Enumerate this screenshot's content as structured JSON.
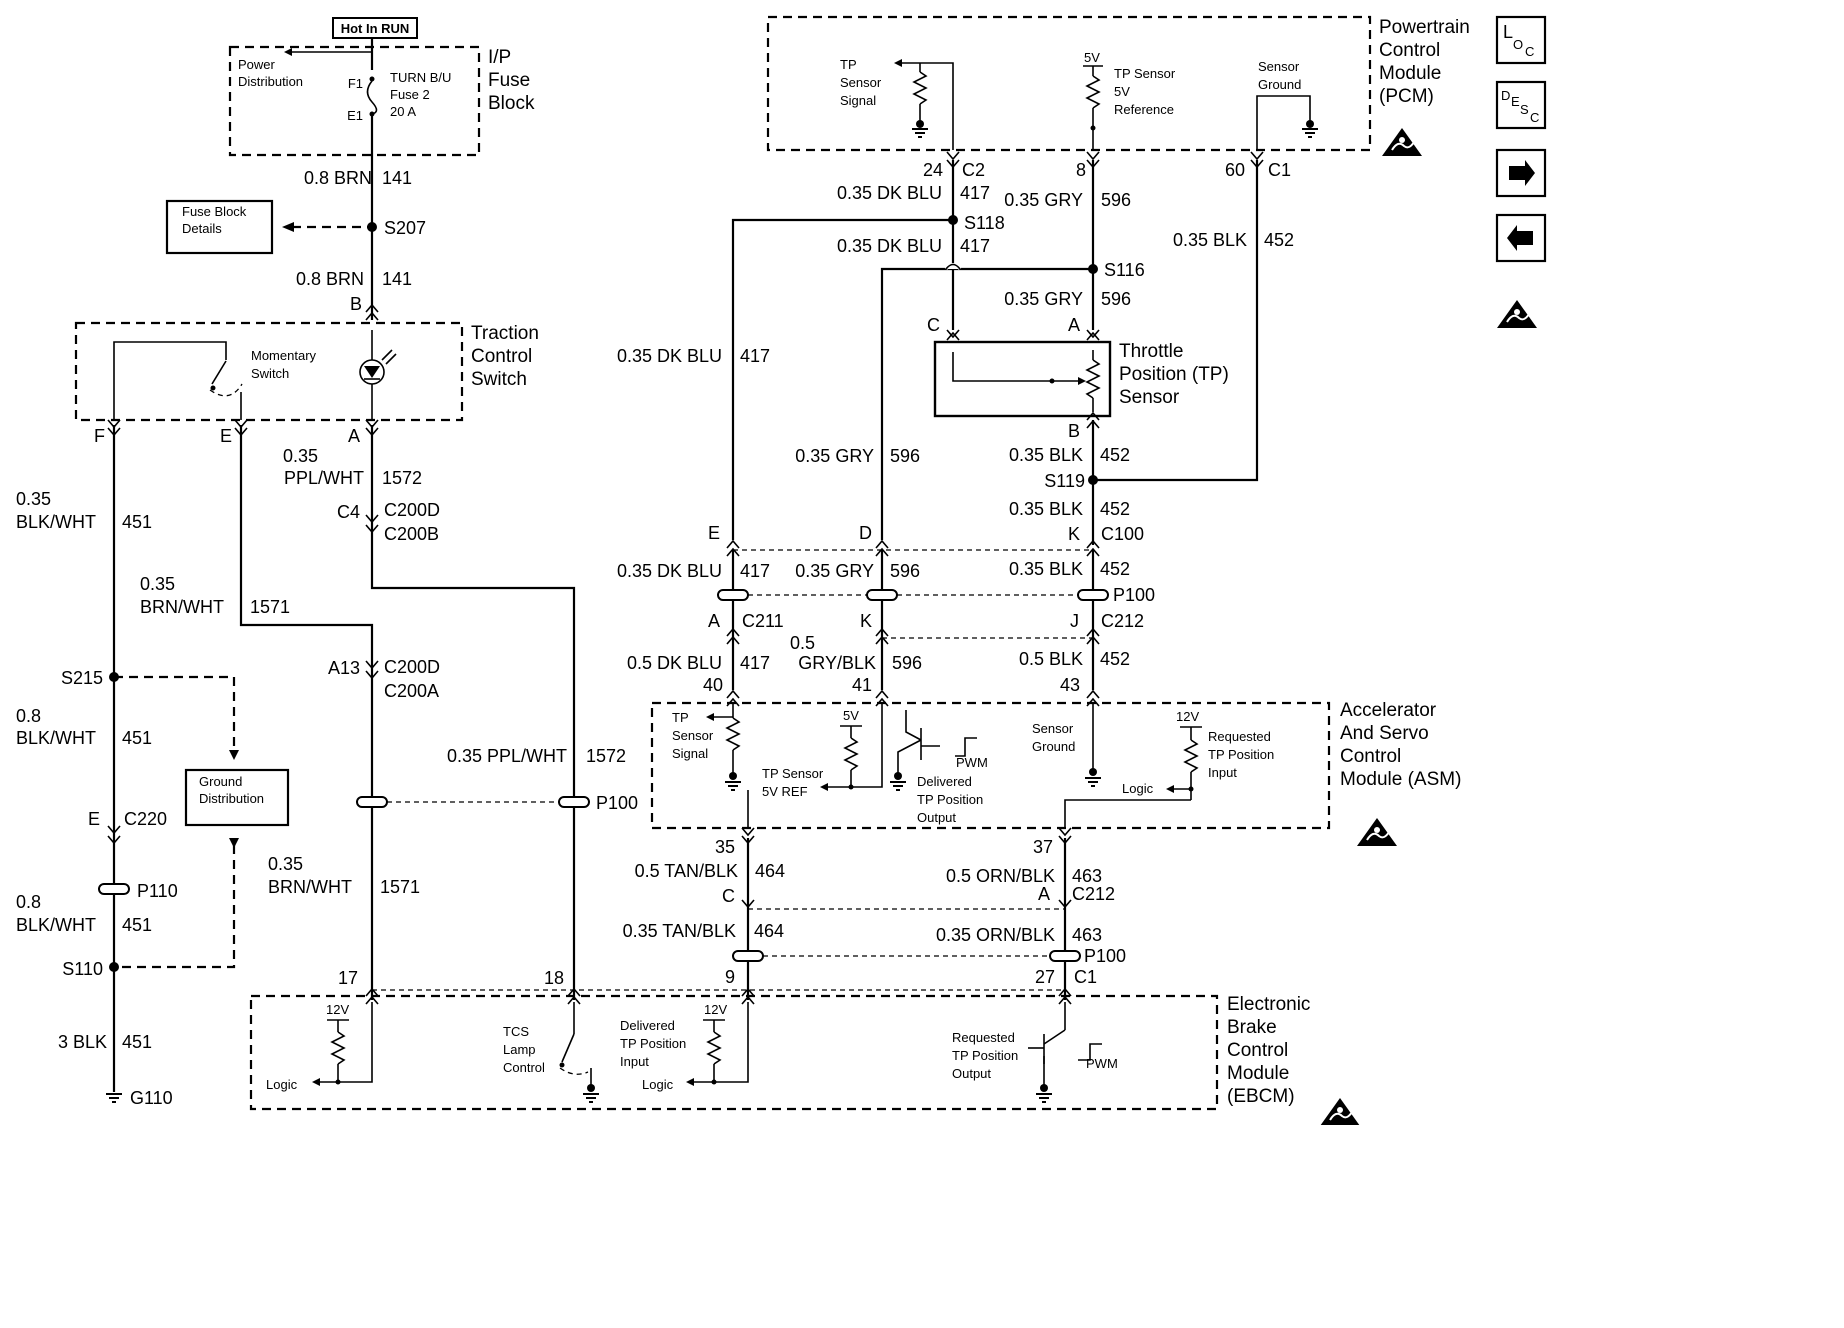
{
  "power_source": "Hot In RUN",
  "ip_fuse_block": {
    "title": [
      "I/P",
      "Fuse",
      "Block"
    ],
    "power_distribution": [
      "Power",
      "Distribution"
    ],
    "f1": "F1",
    "e1": "E1",
    "fuse": [
      "TURN B/U",
      "Fuse 2",
      "20 A"
    ]
  },
  "fuse_block_details": [
    "Fuse Block",
    "Details"
  ],
  "splices": {
    "s207": "S207",
    "s118": "S118",
    "s116": "S116",
    "s119": "S119",
    "s215": "S215",
    "s110": "S110",
    "g110": "G110"
  },
  "traction_switch": {
    "title": [
      "Traction",
      "Control",
      "Switch"
    ],
    "momentary": [
      "Momentary",
      "Switch"
    ]
  },
  "pcm": {
    "title": [
      "Powertrain",
      "Control",
      "Module",
      "(PCM)"
    ],
    "tp_signal": [
      "TP",
      "Sensor",
      "Signal"
    ],
    "five_v": "5V",
    "tp_ref": [
      "TP Sensor",
      "5V",
      "Reference"
    ],
    "sensor_ground": [
      "Sensor",
      "Ground"
    ]
  },
  "tp_sensor": {
    "title": [
      "Throttle",
      "Position (TP)",
      "Sensor"
    ]
  },
  "asm": {
    "title": [
      "Accelerator",
      "And Servo",
      "Control",
      "Module (ASM)"
    ],
    "tp_signal": [
      "TP",
      "Sensor",
      "Signal"
    ],
    "five_v": "5V",
    "tp_5v_ref": [
      "TP Sensor",
      "5V REF"
    ],
    "pwm": "PWM",
    "delivered": [
      "Delivered",
      "TP Position",
      "Output"
    ],
    "sensor_ground": [
      "Sensor",
      "Ground"
    ],
    "twelve_v": "12V",
    "requested": [
      "Requested",
      "TP Position",
      "Input"
    ],
    "logic": "Logic"
  },
  "ground_distribution": [
    "Ground",
    "Distribution"
  ],
  "ebcm": {
    "title": [
      "Electronic",
      "Brake",
      "Control",
      "Module",
      "(EBCM)"
    ],
    "twelve_v": "12V",
    "logic": "Logic",
    "tcs_lamp": [
      "TCS",
      "Lamp",
      "Control"
    ],
    "delivered": [
      "Delivered",
      "TP Position",
      "Input"
    ],
    "requested": [
      "Requested",
      "TP Position",
      "Output"
    ],
    "pwm": "PWM"
  },
  "nav_icons": {
    "loc": [
      "L",
      "O",
      "C"
    ],
    "desc": [
      "D",
      "E",
      "S",
      "C"
    ],
    "forward": "arrow-right-icon",
    "back": "arrow-left-icon",
    "esd": "esd-warning-icon"
  },
  "labels": [
    [
      "0.8 BRN",
      372,
      184,
      "end"
    ],
    [
      "141",
      382,
      184,
      "start"
    ],
    [
      "0.8 BRN",
      364,
      285,
      "end"
    ],
    [
      "141",
      382,
      285,
      "start"
    ],
    [
      "B",
      362,
      310,
      "end"
    ],
    [
      "F",
      105,
      442,
      "end"
    ],
    [
      "E",
      232,
      442,
      "end"
    ],
    [
      "A",
      360,
      442,
      "end"
    ],
    [
      "0.35",
      318,
      462,
      "end"
    ],
    [
      "PPL/WHT",
      364,
      484,
      "end"
    ],
    [
      "1572",
      382,
      484,
      "start"
    ],
    [
      "C4",
      360,
      518,
      "end"
    ],
    [
      "C200D",
      384,
      516,
      "start"
    ],
    [
      "C200B",
      384,
      540,
      "start"
    ],
    [
      "0.35",
      16,
      505,
      "start"
    ],
    [
      "BLK/WHT",
      16,
      528,
      "start"
    ],
    [
      "451",
      122,
      528,
      "start"
    ],
    [
      "0.35",
      140,
      590,
      "start"
    ],
    [
      "BRN/WHT",
      140,
      613,
      "start"
    ],
    [
      "1571",
      250,
      613,
      "start"
    ],
    [
      "S215",
      103,
      684,
      "end"
    ],
    [
      "0.8",
      16,
      722,
      "start"
    ],
    [
      "BLK/WHT",
      16,
      744,
      "start"
    ],
    [
      "451",
      122,
      744,
      "start"
    ],
    [
      "A13",
      360,
      674,
      "end"
    ],
    [
      "C200D",
      384,
      673,
      "start"
    ],
    [
      "C200A",
      384,
      697,
      "start"
    ],
    [
      "0.35 PPL/WHT",
      567,
      762,
      "end"
    ],
    [
      "1572",
      586,
      762,
      "start"
    ],
    [
      "E",
      100,
      825,
      "end"
    ],
    [
      "C220",
      124,
      825,
      "start"
    ],
    [
      "0.35",
      268,
      870,
      "start"
    ],
    [
      "BRN/WHT",
      268,
      893,
      "start"
    ],
    [
      "1571",
      380,
      893,
      "start"
    ],
    [
      "P110",
      137,
      897,
      "start"
    ],
    [
      "0.8",
      16,
      908,
      "start"
    ],
    [
      "BLK/WHT",
      16,
      931,
      "start"
    ],
    [
      "451",
      122,
      931,
      "start"
    ],
    [
      "S110",
      103,
      975,
      "end"
    ],
    [
      "17",
      358,
      984,
      "end"
    ],
    [
      "18",
      564,
      984,
      "end"
    ],
    [
      "3 BLK",
      107,
      1048,
      "end"
    ],
    [
      "451",
      122,
      1048,
      "start"
    ],
    [
      "G110",
      130,
      1104,
      "start"
    ],
    [
      "24",
      943,
      176,
      "end"
    ],
    [
      "C2",
      962,
      176,
      "start"
    ],
    [
      "0.35 DK BLU",
      942,
      199,
      "end"
    ],
    [
      "417",
      960,
      199,
      "start"
    ],
    [
      "0.35 DK BLU",
      942,
      252,
      "end"
    ],
    [
      "417",
      960,
      252,
      "start"
    ],
    [
      "8",
      1086,
      176,
      "end"
    ],
    [
      "0.35 GRY",
      1083,
      206,
      "end"
    ],
    [
      "596",
      1101,
      206,
      "start"
    ],
    [
      "0.35 GRY",
      1083,
      305,
      "end"
    ],
    [
      "596",
      1101,
      305,
      "start"
    ],
    [
      "60",
      1245,
      176,
      "end"
    ],
    [
      "C1",
      1268,
      176,
      "start"
    ],
    [
      "0.35 BLK",
      1247,
      246,
      "end"
    ],
    [
      "452",
      1264,
      246,
      "start"
    ],
    [
      "C",
      940,
      331,
      "end"
    ],
    [
      "A",
      1080,
      331,
      "end"
    ],
    [
      "0.35 DK BLU",
      722,
      362,
      "end"
    ],
    [
      "417",
      740,
      362,
      "start"
    ],
    [
      "B",
      1080,
      437,
      "end"
    ],
    [
      "0.35 GRY",
      874,
      462,
      "end"
    ],
    [
      "596",
      890,
      462,
      "start"
    ],
    [
      "0.35 BLK",
      1083,
      461,
      "end"
    ],
    [
      "452",
      1100,
      461,
      "start"
    ],
    [
      "0.35 BLK",
      1083,
      515,
      "end"
    ],
    [
      "452",
      1100,
      515,
      "start"
    ],
    [
      "E",
      720,
      539,
      "end"
    ],
    [
      "D",
      872,
      539,
      "end"
    ],
    [
      "K",
      1080,
      540,
      "end"
    ],
    [
      "C100",
      1101,
      540,
      "start"
    ],
    [
      "0.35 DK BLU",
      722,
      577,
      "end"
    ],
    [
      "417",
      740,
      577,
      "start"
    ],
    [
      "0.35 GRY",
      874,
      577,
      "end"
    ],
    [
      "596",
      890,
      577,
      "start"
    ],
    [
      "0.35 BLK",
      1083,
      575,
      "end"
    ],
    [
      "452",
      1100,
      575,
      "start"
    ],
    [
      "P100",
      1113,
      601,
      "start"
    ],
    [
      "A",
      720,
      627,
      "end"
    ],
    [
      "C211",
      742,
      627,
      "start"
    ],
    [
      "K",
      872,
      627,
      "end"
    ],
    [
      "J",
      1079,
      627,
      "end"
    ],
    [
      "C212",
      1101,
      627,
      "start"
    ],
    [
      "0.5",
      790,
      649,
      "start"
    ],
    [
      "0.5 DK BLU",
      722,
      669,
      "end"
    ],
    [
      "417",
      740,
      669,
      "start"
    ],
    [
      "GRY/BLK",
      876,
      669,
      "end"
    ],
    [
      "596",
      892,
      669,
      "start"
    ],
    [
      "0.5 BLK",
      1083,
      665,
      "end"
    ],
    [
      "452",
      1100,
      665,
      "start"
    ],
    [
      "40",
      723,
      691,
      "end"
    ],
    [
      "41",
      872,
      691,
      "end"
    ],
    [
      "43",
      1080,
      691,
      "end"
    ],
    [
      "35",
      735,
      853,
      "end"
    ],
    [
      "37",
      1053,
      853,
      "end"
    ],
    [
      "0.5 TAN/BLK",
      738,
      877,
      "end"
    ],
    [
      "464",
      755,
      877,
      "start"
    ],
    [
      "0.5 ORN/BLK",
      1055,
      882,
      "end"
    ],
    [
      "463",
      1072,
      882,
      "start"
    ],
    [
      "C",
      735,
      902,
      "end"
    ],
    [
      "A",
      1050,
      900,
      "end"
    ],
    [
      "C212",
      1072,
      900,
      "start"
    ],
    [
      "0.35 TAN/BLK",
      736,
      937,
      "end"
    ],
    [
      "464",
      754,
      937,
      "start"
    ],
    [
      "0.35 ORN/BLK",
      1055,
      941,
      "end"
    ],
    [
      "463",
      1072,
      941,
      "start"
    ],
    [
      "P100",
      1084,
      962,
      "start"
    ],
    [
      "9",
      735,
      983,
      "end"
    ],
    [
      "27",
      1055,
      983,
      "end"
    ],
    [
      "C1",
      1074,
      983,
      "start"
    ]
  ]
}
